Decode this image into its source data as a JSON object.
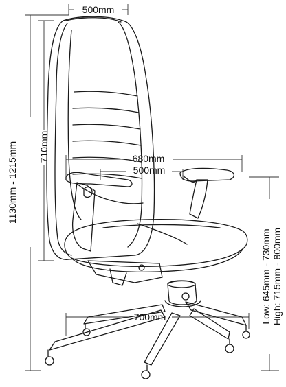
{
  "dimensions": {
    "top_width": "500mm",
    "overall_height": "1130mm - 1215mm",
    "back_height": "710mm",
    "arm_width": "680mm",
    "seat_width": "500mm",
    "base_width": "700mm",
    "seat_height_low": "Low: 645mm - 730mm",
    "seat_height_high": "High: 715mm - 800mm"
  },
  "colors": {
    "line": "#1a1a1a",
    "dim_line": "#333333",
    "background": "#ffffff"
  }
}
